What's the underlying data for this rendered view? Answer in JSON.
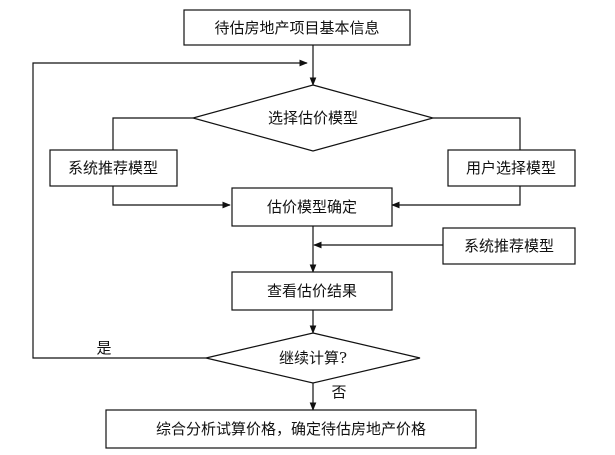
{
  "nodes": {
    "project_info": "待估房地产项目基本信息",
    "select_model": "选择估价模型",
    "system_recommend_left": "系统推荐模型",
    "user_select": "用户选择模型",
    "confirm_model": "估价模型确定",
    "system_recommend_right": "系统推荐模型",
    "view_result": "查看估价结果",
    "continue_calc": "继续计算?",
    "final_price": "综合分析试算价格，确定待估房地产价格"
  },
  "edge_labels": {
    "yes": "是",
    "no": "否"
  }
}
